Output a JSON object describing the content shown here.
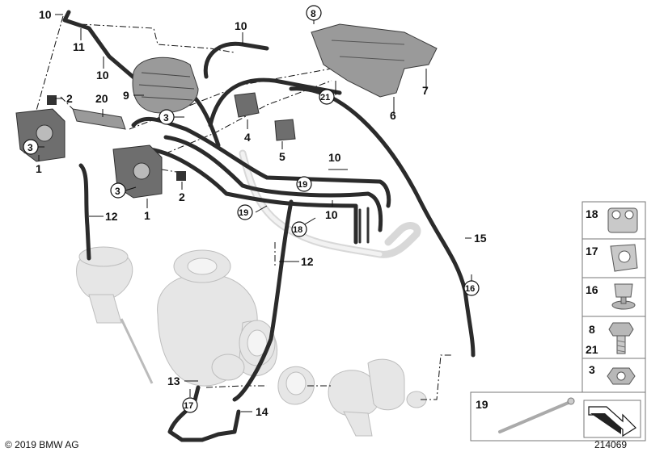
{
  "callouts": {
    "c1a": "1",
    "c1b": "1",
    "c2a": "2",
    "c2b": "2",
    "c3a": "3",
    "c3b": "3",
    "c3c": "3",
    "c4": "4",
    "c5": "5",
    "c6": "6",
    "c7": "7",
    "c8": "8",
    "c9": "9",
    "c10a": "10",
    "c10b": "10",
    "c10c": "10",
    "c10d": "10",
    "c10e": "10",
    "c11": "11",
    "c12a": "12",
    "c12b": "12",
    "c13": "13",
    "c14": "14",
    "c15": "15",
    "c16": "16",
    "c17": "17",
    "c18": "18",
    "c19a": "19",
    "c19b": "19",
    "c20": "20",
    "c21": "21"
  },
  "legend": {
    "r18": "18",
    "r17": "17",
    "r16": "16",
    "r8": "8",
    "r21": "21",
    "r3": "3",
    "r19": "19"
  },
  "footer": {
    "copyright": "© 2019 BMW AG",
    "diagram_number": "214069"
  }
}
